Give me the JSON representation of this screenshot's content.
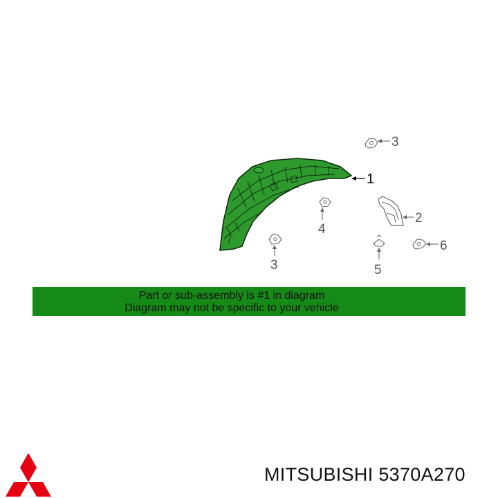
{
  "callouts": {
    "part1": "1",
    "part2": "2",
    "part3_top": "3",
    "part3_bottom": "3",
    "part4": "4",
    "part5": "5",
    "part6": "6"
  },
  "banner": {
    "line1": "Part or sub-assembly is #1 in diagram",
    "line2": "Diagram may not be specific to your vehicle",
    "color": "#168a16"
  },
  "brand": {
    "text": "MITSUBISHI 5370A270",
    "logo_icon": "mitsubishi-three-diamonds-logo",
    "logo_color": "#e60012"
  },
  "highlight_color": "#2e9a2e"
}
